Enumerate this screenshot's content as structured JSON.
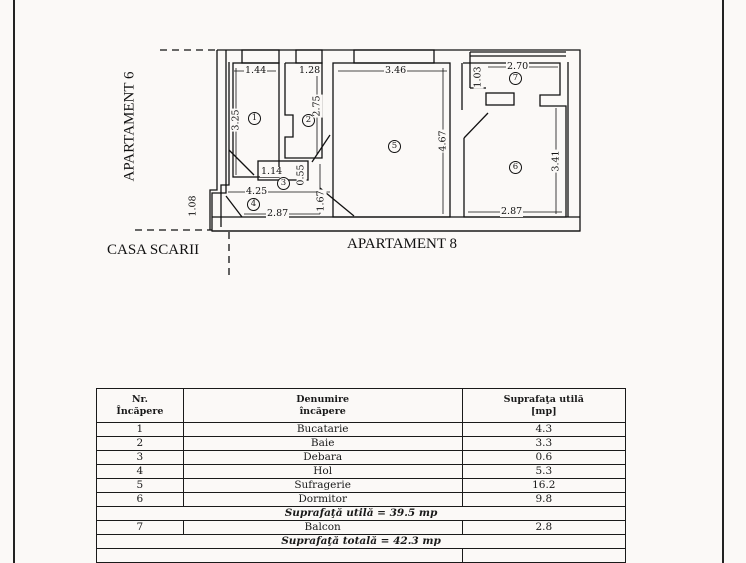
{
  "floor_plan": {
    "labels": {
      "apartment_left": "APARTAMENT 6",
      "stairwell": "CASA SCARII",
      "apartment_below": "APARTAMENT 8"
    },
    "rooms": [
      {
        "no": "1"
      },
      {
        "no": "2"
      },
      {
        "no": "3"
      },
      {
        "no": "4"
      },
      {
        "no": "5"
      },
      {
        "no": "6"
      },
      {
        "no": "7"
      }
    ],
    "dimensions": {
      "r1_width": "1.44",
      "r1_length": "3.25",
      "r2_width": "1.28",
      "r2_length": "2.75",
      "r3_width": "1.14",
      "r3_length": "0.55",
      "r4_length": "4.25",
      "r4_width_short": "2.87",
      "r4_depth": "1.08",
      "r4_depth2": "1.67",
      "r5_width": "3.46",
      "r5_length": "4.67",
      "r6_width": "2.87",
      "r6_length": "3.41",
      "r7_width": "2.70",
      "r7_depth": "1.03"
    }
  },
  "table": {
    "headers": {
      "nr": [
        "Nr.",
        "Încăpere"
      ],
      "name": [
        "Denumire",
        "încăpere"
      ],
      "area": [
        "Suprafaţa utilă",
        "[mp]"
      ]
    },
    "rows": [
      {
        "nr": "1",
        "name": "Bucatarie",
        "area": "4.3"
      },
      {
        "nr": "2",
        "name": "Baie",
        "area": "3.3"
      },
      {
        "nr": "3",
        "name": "Debara",
        "area": "0.6"
      },
      {
        "nr": "4",
        "name": "Hol",
        "area": "5.3"
      },
      {
        "nr": "5",
        "name": "Sufragerie",
        "area": "16.2"
      },
      {
        "nr": "6",
        "name": "Dormitor",
        "area": "9.8"
      }
    ],
    "useful_total": "Suprafaţă utilă = 39.5 mp",
    "balcony_row": {
      "nr": "7",
      "name": "Balcon",
      "area": "2.8"
    },
    "grand_total": "Suprafaţă totală = 42.3 mp"
  }
}
